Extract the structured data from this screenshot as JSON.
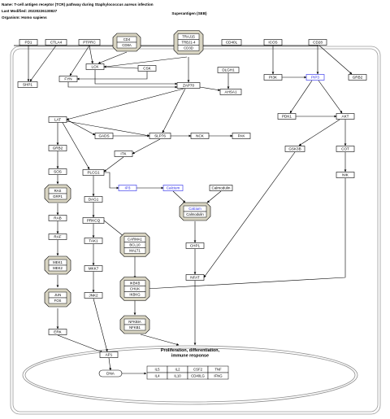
{
  "header": {
    "name": "Name: T-cell antigen receptor (TCR) pathway during Staphylococcus aureus infection",
    "modified": "Last Modified: 20220226130827",
    "organism": "Organism: Homo sapiens"
  },
  "superantigen": "Superantigen (SEB)",
  "genes": {
    "pd1": "PD1",
    "ctla4": "CTLA4",
    "ptprc": "PTPRC",
    "cd40l": "CD40L",
    "icos": "ICOS",
    "cd28": "CD28",
    "shp1": "SHP1",
    "lck": "LCK",
    "fyn": "FYN",
    "csk": "CSK",
    "zap70": "ZAP70",
    "dlgh1": "DLGH1",
    "ahsa1": "AHSA1",
    "pi3k": "PI3K",
    "grb2_right": "GRB2",
    "pdk1": "PDK1",
    "akt": "AKT",
    "gsk3b": "GSK3B",
    "cot": "COT",
    "nik": "NIK",
    "lat": "LAT",
    "gads": "GADS",
    "slp76": "SLP76",
    "nck": "NCK",
    "pak": "PAK",
    "grb2_left": "GRB2",
    "itk": "ITK",
    "sos": "SOS",
    "plcg1": "PLCG1",
    "dag1": "DAG1",
    "calmodulin": "Calmodulin",
    "rab": "RAB",
    "raf": "RAF",
    "prkcq": "PRKCQ",
    "tak1": "TAK1",
    "chp1": "CHP1",
    "mkk7": "MKK7",
    "jnk2": "JNK2",
    "nfat": "NFAT",
    "erk": "ERK",
    "ap1": "AP1",
    "dna": "DNA"
  },
  "metabolites": {
    "pip3": "PIP3",
    "ip3": "IP3",
    "calcium": "Calcium"
  },
  "complexes": {
    "cd4_cd8a": [
      "CD4",
      "CD8A"
    ],
    "tcr": [
      "TRAJ15",
      "TRBJ1-4",
      "CD3D"
    ],
    "ras_grp1": [
      "RAS",
      "GRP1"
    ],
    "calcium_calmodulin": [
      "Calcium",
      "Calmodulin"
    ],
    "carma1": [
      "CARMA1",
      "BCL10",
      "MALT1"
    ],
    "mek": [
      "MEK1",
      "MEK2"
    ],
    "ikk": [
      "IKBKB",
      "CHUK",
      "IKBKG"
    ],
    "jun_fos": [
      "JUN",
      "FOS"
    ],
    "nfkb": [
      "NFKBIA",
      "NFKB1"
    ]
  },
  "nucleus": {
    "label": "Proliferation, differentiation, immune response",
    "targets": [
      [
        "IL5",
        "IL2",
        "CSF2",
        "TNF"
      ],
      [
        "IL4",
        "IL10",
        "CD40LG",
        "IFNG"
      ]
    ]
  },
  "colors": {
    "metabolite": "#2424e8",
    "complex_fill": "#d9d5c3",
    "line": "#000000"
  }
}
